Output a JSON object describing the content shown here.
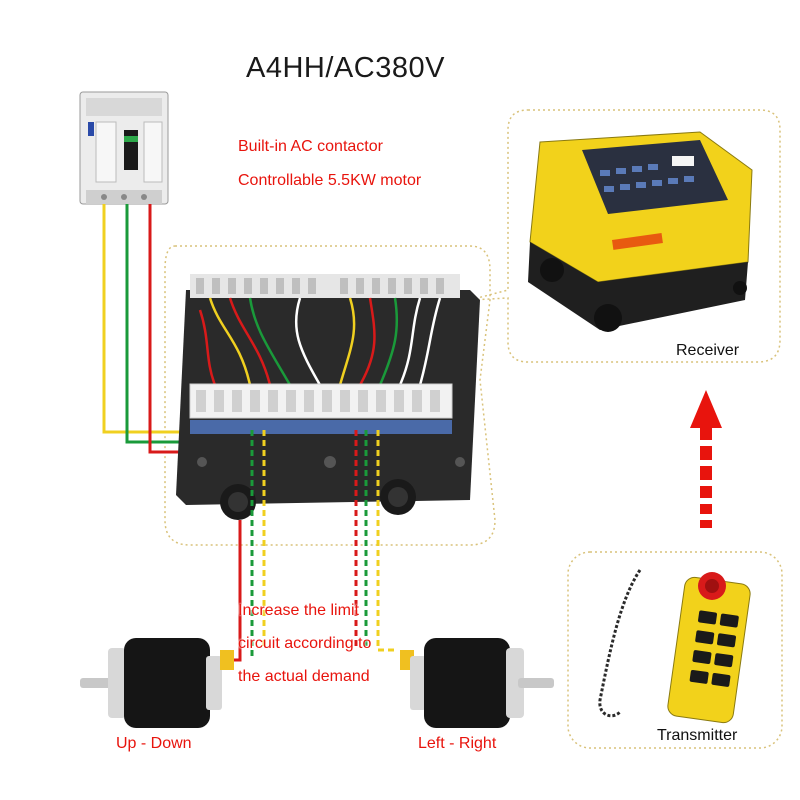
{
  "title": "A4HH/AC380V",
  "features": [
    "Built-in AC contactor",
    "Controllable 5.5KW motor"
  ],
  "note": [
    "Increase the limit",
    "circuit according to",
    "the actual demand"
  ],
  "labels": {
    "receiver": "Receiver",
    "transmitter": "Transmitter",
    "up_down": "Up - Down",
    "left_right": "Left - Right"
  },
  "colors": {
    "accent_red": "#e8140d",
    "dotted_border": "#d9c27a",
    "yellow_body": "#f2d21b",
    "wire_red": "#d81a1a",
    "wire_green": "#1a9a3a",
    "wire_yellow": "#f0d020",
    "control_box": "#2a2a2a"
  }
}
